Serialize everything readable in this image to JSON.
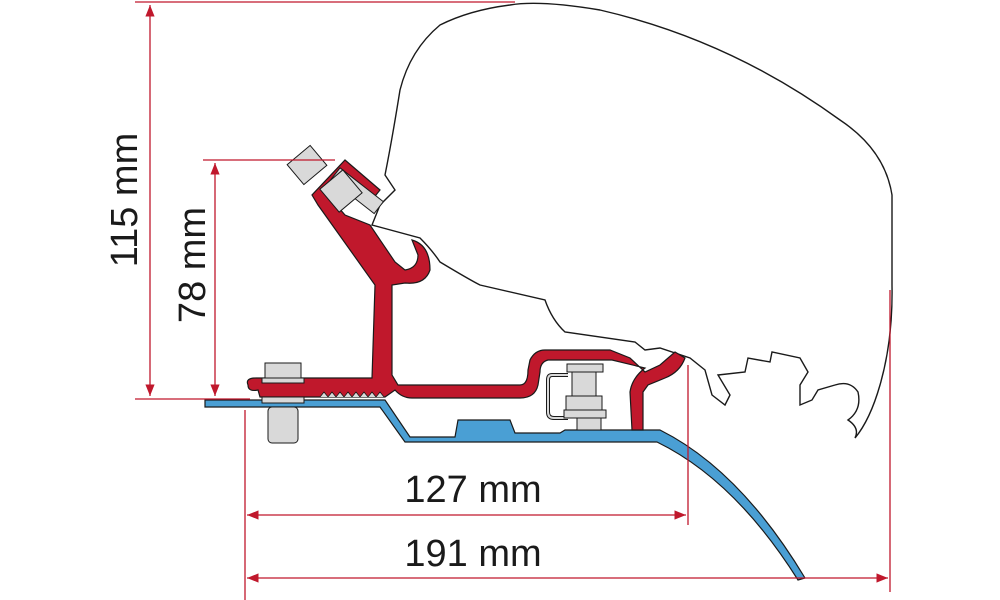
{
  "dimensions": {
    "height_total": "115 mm",
    "height_bracket": "78 mm",
    "width_inner": "127 mm",
    "width_total": "191 mm"
  },
  "colors": {
    "bracket": "#c0182c",
    "roof": "#4a9fd4",
    "hardware": "#d9d9d9",
    "dimension_line": "#c0182c",
    "outline": "#1a1a1a"
  }
}
